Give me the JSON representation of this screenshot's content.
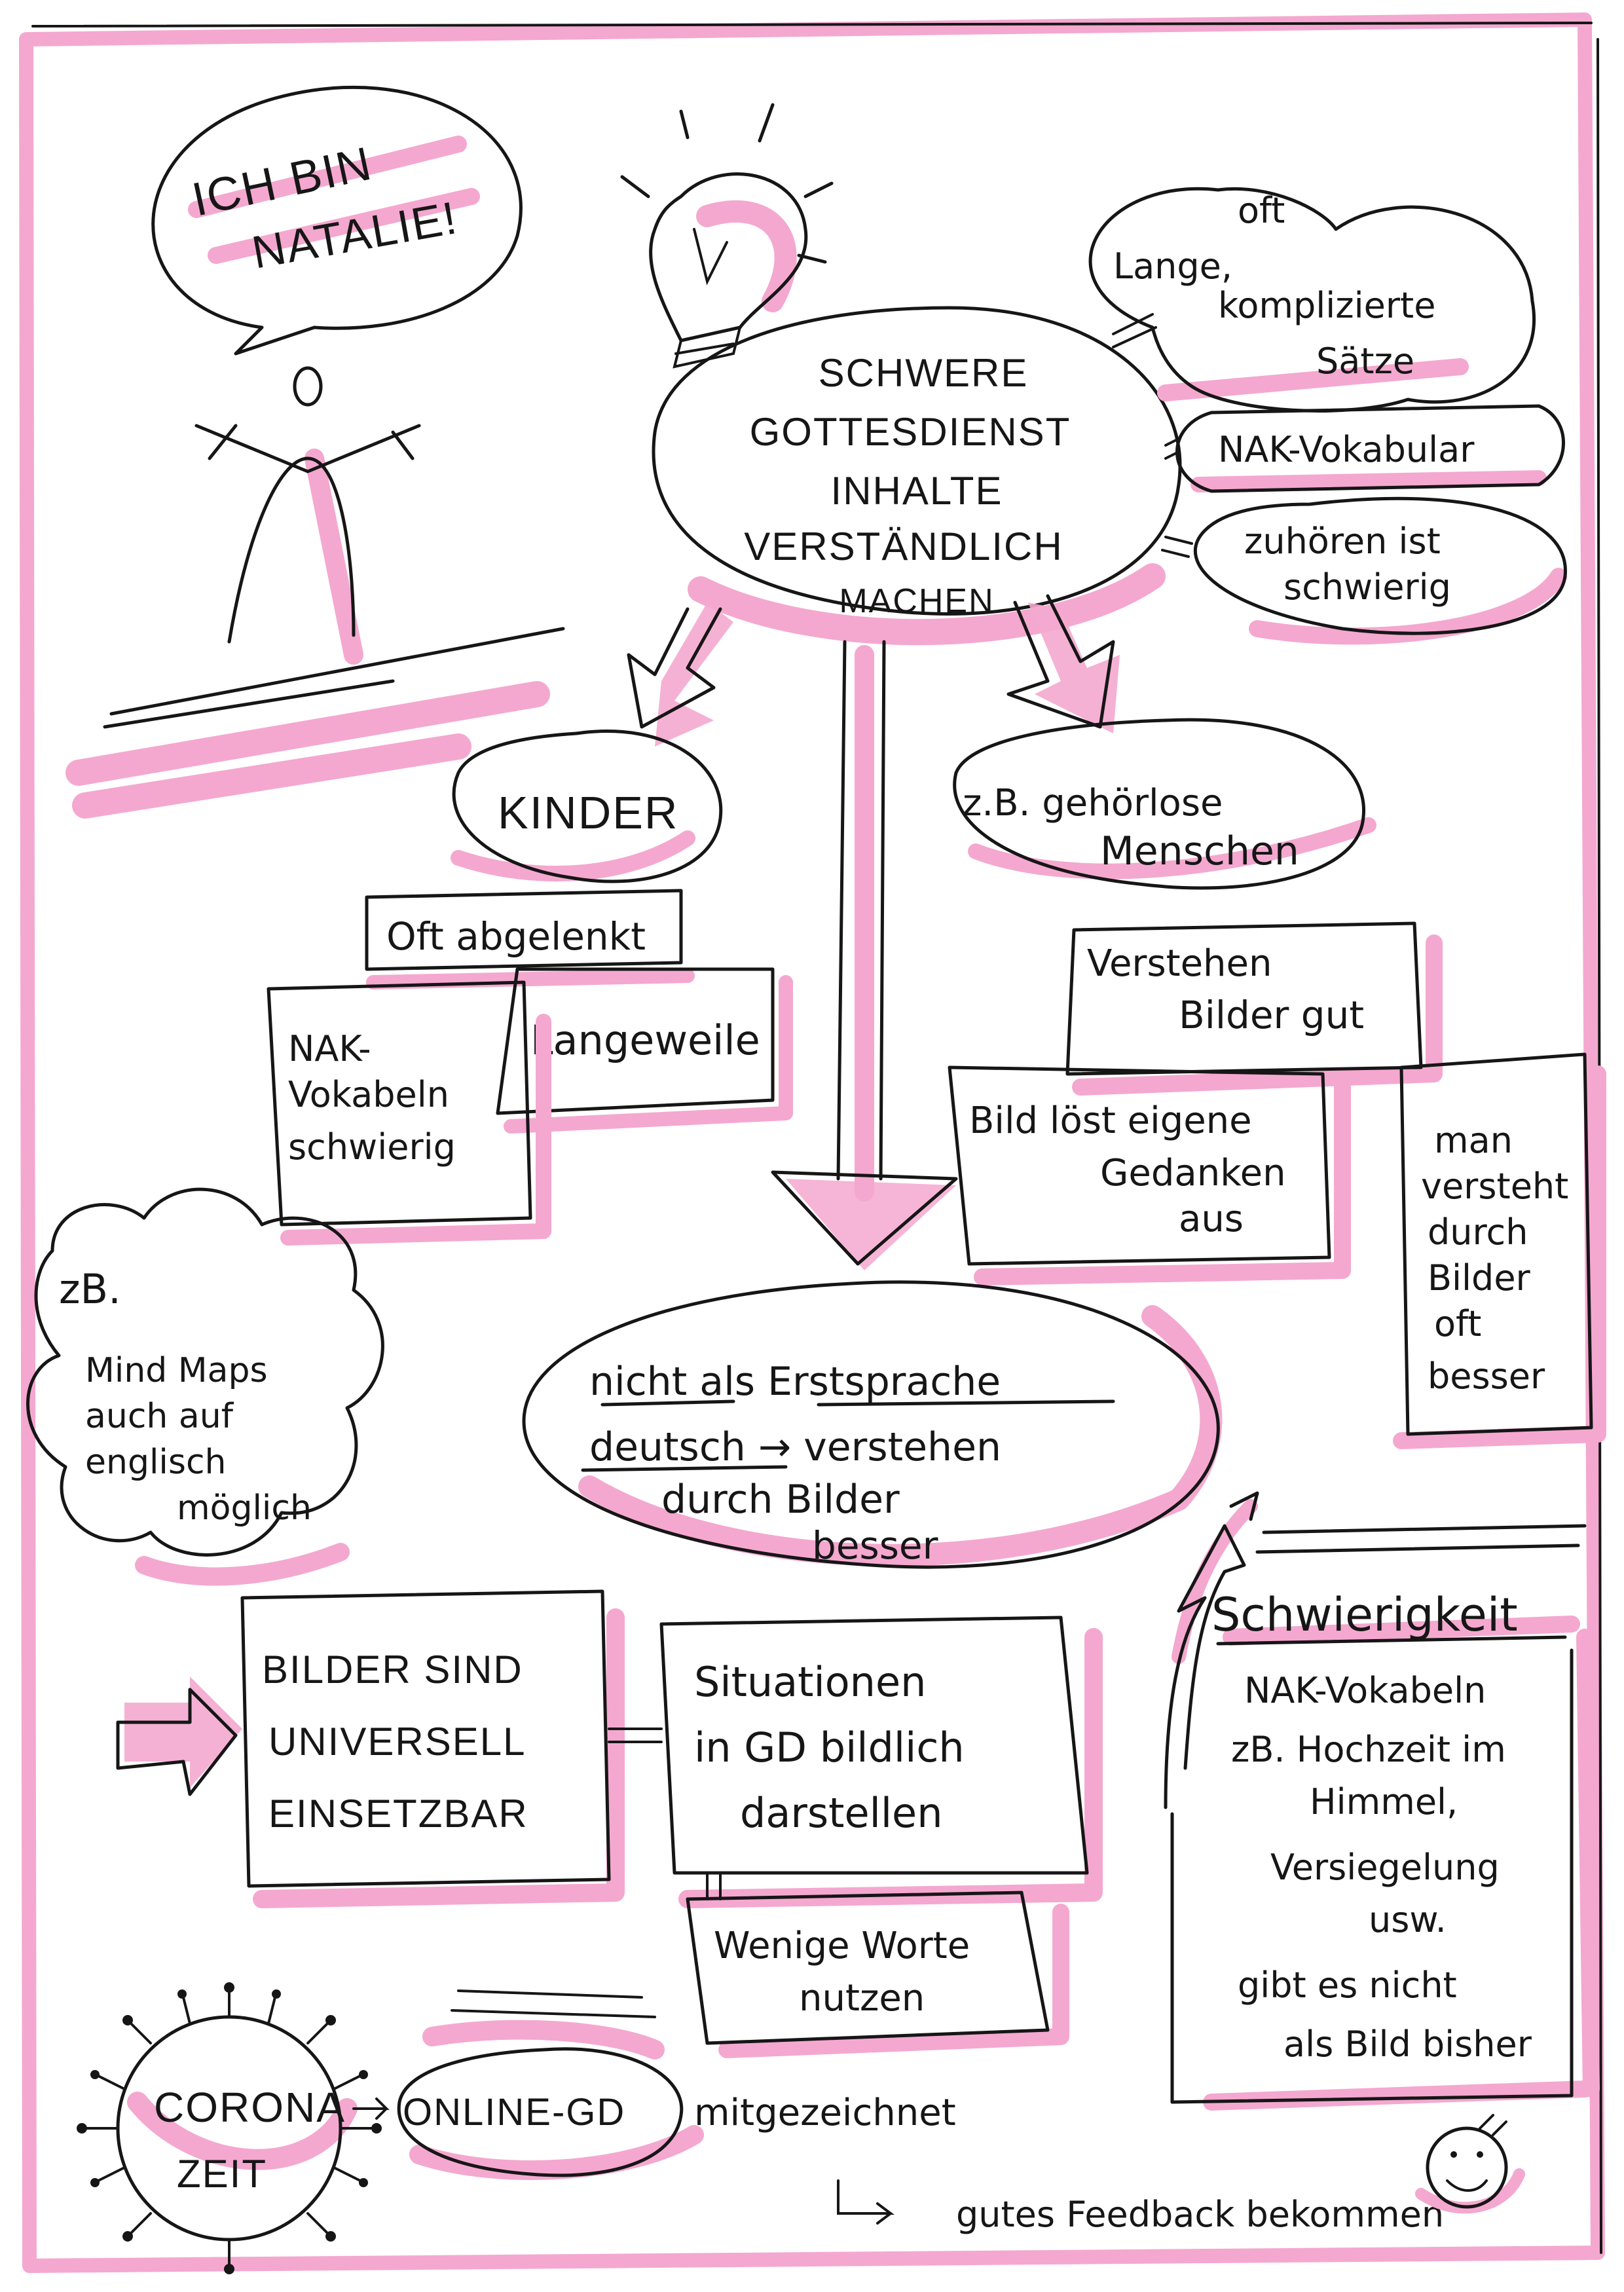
{
  "colors": {
    "ink": "#161616",
    "marker": "#f4a8cf",
    "paper": "#ffffff"
  },
  "speech_bubble": {
    "line1": "ICH BIN",
    "line2": "NATALIE!"
  },
  "central_topic": {
    "line1": "SCHWERE",
    "line2": "GOTTESDIENST",
    "line3": "INHALTE",
    "line4": "VERSTÄNDLICH",
    "line5": "MACHEN"
  },
  "problems": [
    {
      "lines": [
        "oft",
        "Lange,",
        "komplizierte",
        "Sätze"
      ]
    },
    {
      "lines": [
        "NAK-Vokabular"
      ]
    },
    {
      "lines": [
        "zuhören ist",
        "schwierig"
      ]
    }
  ],
  "kinder": {
    "title": "KINDER",
    "notes": [
      "Oft abgelenkt",
      "Langeweile"
    ],
    "nak_box": [
      "NAK-",
      "Vokabeln",
      "schwierig"
    ]
  },
  "gehoerlose": {
    "title_line1": "z.B. gehörlose",
    "title_line2": "Menschen",
    "note": [
      "Verstehen",
      "Bilder gut"
    ],
    "bild_box": [
      "Bild  löst eigene",
      "Gedanken",
      "aus"
    ],
    "man_box": [
      "man",
      "versteht",
      "durch",
      "Bilder",
      "oft",
      "besser"
    ]
  },
  "erstsprache": {
    "line1": "nicht als Erstsprache",
    "line2": "deutsch → verstehen",
    "line3": "durch Bilder",
    "line4": "besser"
  },
  "mindmaps_cloud": {
    "lines": [
      "zB.",
      "Mind Maps",
      "auch auf",
      "englisch",
      "möglich"
    ]
  },
  "bilder_universell": {
    "lines": [
      "BILDER SIND",
      "UNIVERSELL",
      "EINSETZBAR"
    ]
  },
  "situationen": {
    "lines": [
      "Situationen",
      "in GD bildlich",
      "darstellen"
    ]
  },
  "wenige_worte": {
    "lines": [
      "Wenige Worte",
      "nutzen"
    ]
  },
  "schwierigkeit": {
    "title": "Schwierigkeit",
    "lines": [
      "NAK-Vokabeln",
      "zB. Hochzeit im",
      "Himmel,",
      "Versiegelung",
      "usw.",
      "gibt es nicht",
      "als Bild bisher"
    ]
  },
  "corona": {
    "line1": "CORONA",
    "line2": "ZEIT"
  },
  "online": {
    "label": "ONLINE-GD",
    "after": "mitgezeichnet",
    "feedback": "gutes Feedback bekommen"
  }
}
